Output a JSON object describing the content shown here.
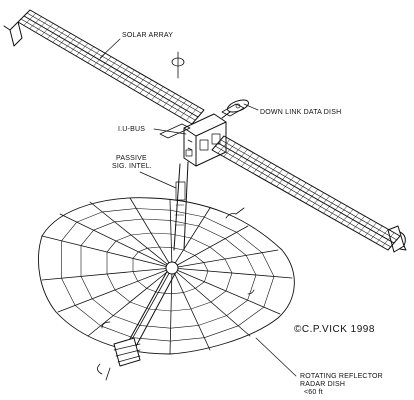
{
  "labels": {
    "solar_array": "SOLAR ARRAY",
    "down_link": "DOWN LINK DATA DISH",
    "iu_bus": "I.U-BUS",
    "passive_1": "PASSIVE",
    "passive_2": "SIG. INTEL.",
    "reflector_1": "ROTATING REFLECTOR",
    "reflector_2": "RADAR DISH",
    "reflector_3": "<60 ft"
  },
  "credit": "©C.P.VICK 1998"
}
